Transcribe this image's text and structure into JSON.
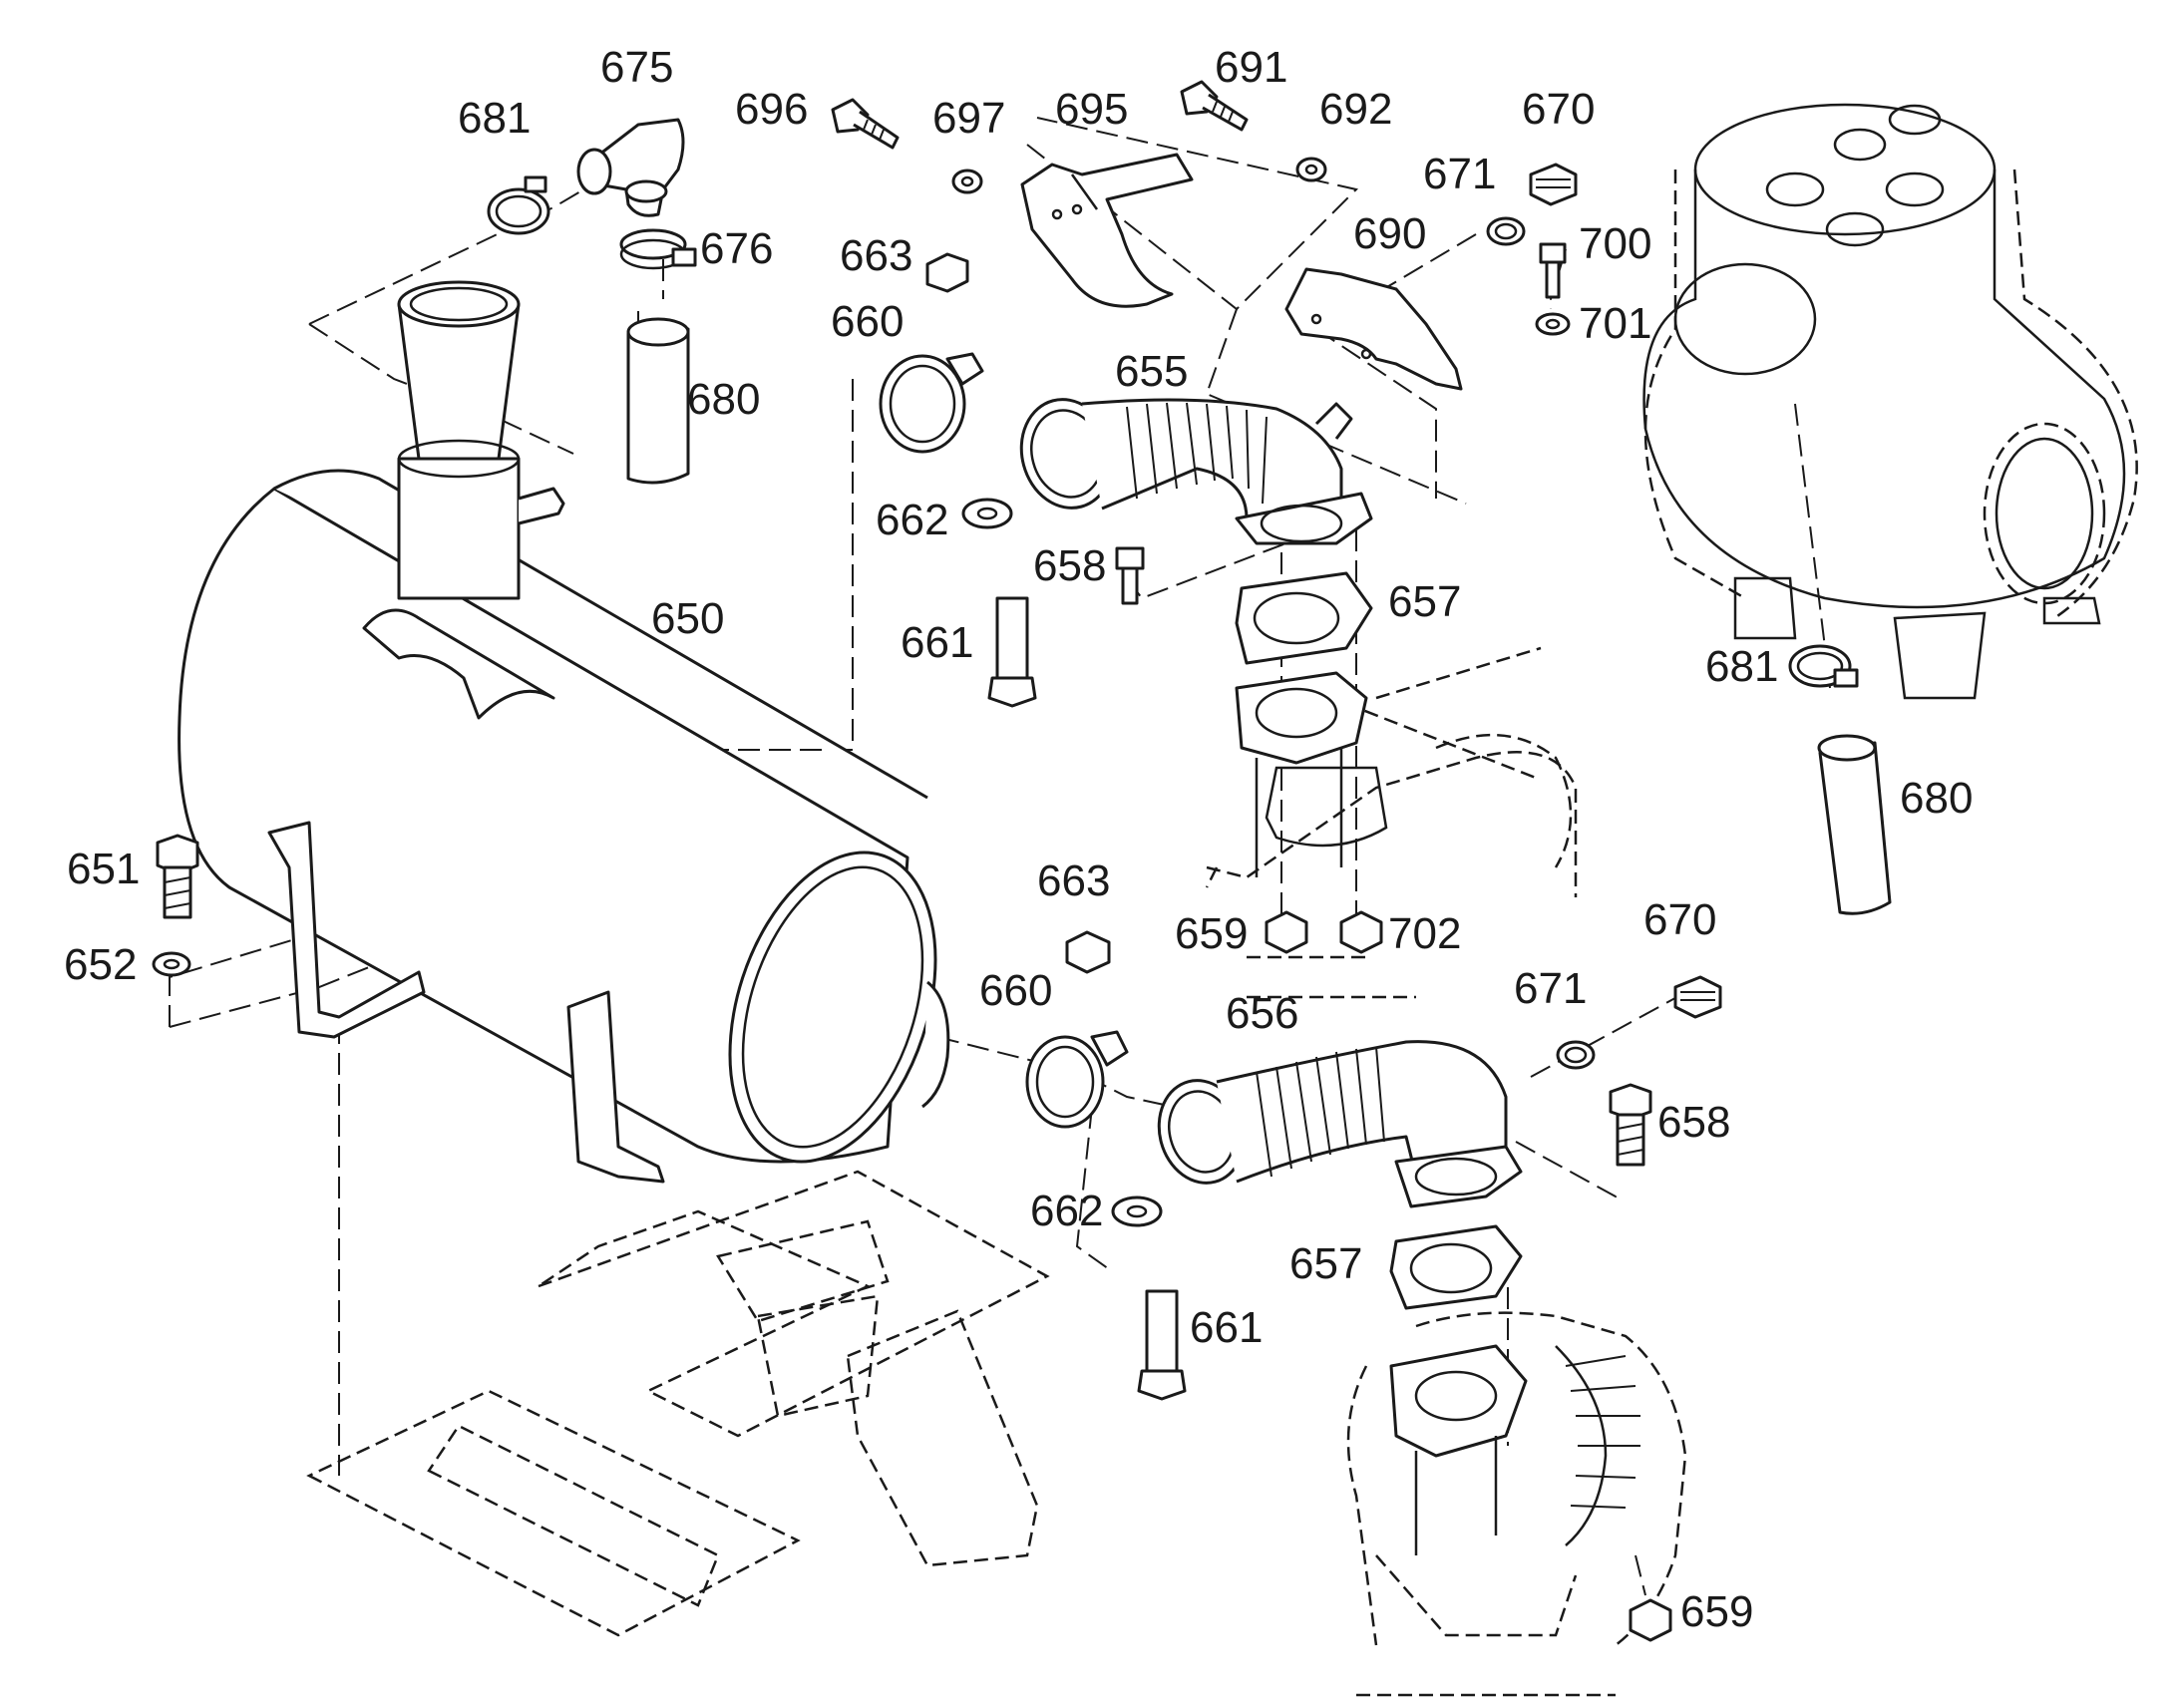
{
  "callouts": [
    {
      "id": "c675a",
      "text": "675"
    },
    {
      "id": "c681a",
      "text": "681"
    },
    {
      "id": "c696",
      "text": "696"
    },
    {
      "id": "c697",
      "text": "697"
    },
    {
      "id": "c695",
      "text": "695"
    },
    {
      "id": "c691",
      "text": "691"
    },
    {
      "id": "c692",
      "text": "692"
    },
    {
      "id": "c670a",
      "text": "670"
    },
    {
      "id": "c671a",
      "text": "671"
    },
    {
      "id": "c676",
      "text": "676"
    },
    {
      "id": "c663a",
      "text": "663"
    },
    {
      "id": "c690",
      "text": "690"
    },
    {
      "id": "c700",
      "text": "700"
    },
    {
      "id": "c701",
      "text": "701"
    },
    {
      "id": "c660a",
      "text": "660"
    },
    {
      "id": "c655",
      "text": "655"
    },
    {
      "id": "c680a",
      "text": "680"
    },
    {
      "id": "c662a",
      "text": "662"
    },
    {
      "id": "c658a",
      "text": "658"
    },
    {
      "id": "c657a",
      "text": "657"
    },
    {
      "id": "c650",
      "text": "650"
    },
    {
      "id": "c661a",
      "text": "661"
    },
    {
      "id": "c681b",
      "text": "681"
    },
    {
      "id": "c680b",
      "text": "680"
    },
    {
      "id": "c651",
      "text": "651"
    },
    {
      "id": "c663b",
      "text": "663"
    },
    {
      "id": "c659a",
      "text": "659"
    },
    {
      "id": "c702",
      "text": "702"
    },
    {
      "id": "c670b",
      "text": "670"
    },
    {
      "id": "c652",
      "text": "652"
    },
    {
      "id": "c660b",
      "text": "660"
    },
    {
      "id": "c656",
      "text": "656"
    },
    {
      "id": "c671b",
      "text": "671"
    },
    {
      "id": "c658b",
      "text": "658"
    },
    {
      "id": "c662b",
      "text": "662"
    },
    {
      "id": "c657b",
      "text": "657"
    },
    {
      "id": "c661b",
      "text": "661"
    },
    {
      "id": "c659b",
      "text": "659"
    }
  ]
}
